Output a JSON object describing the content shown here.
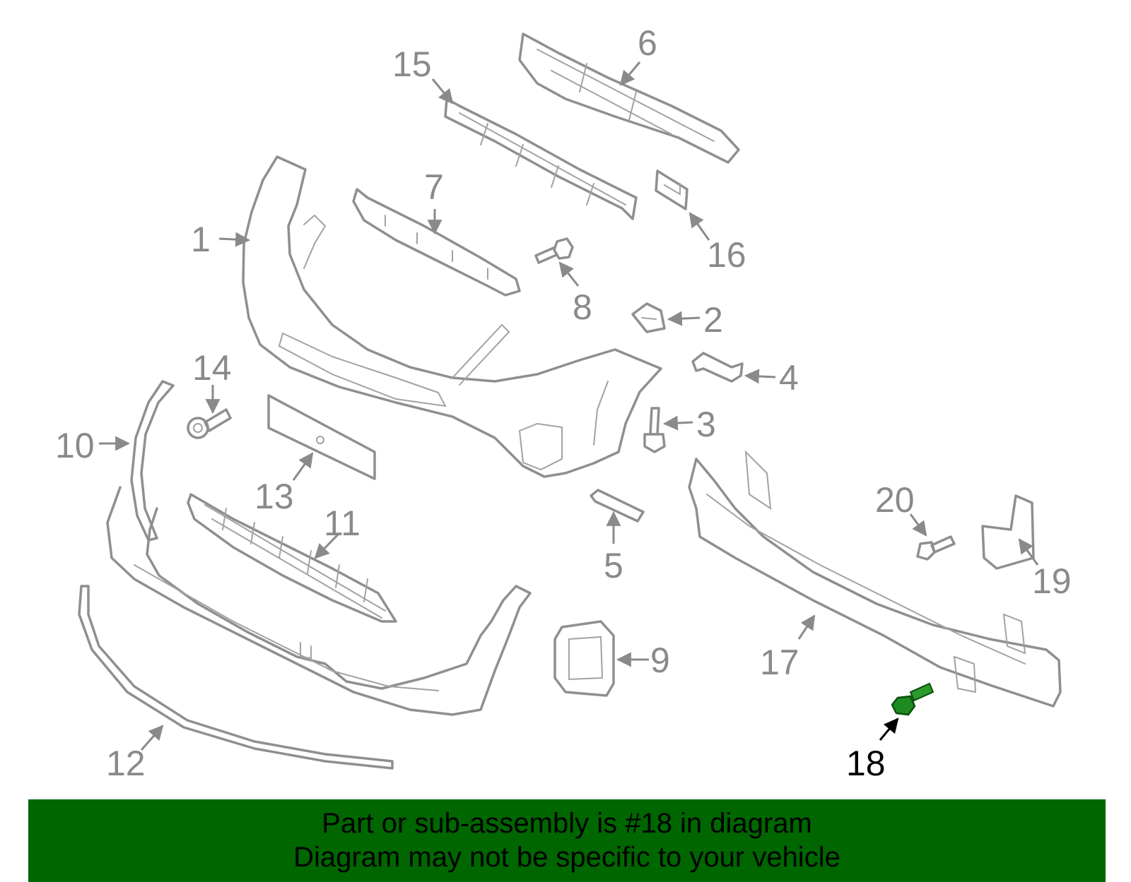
{
  "diagram": {
    "highlighted_part": "18",
    "highlight_color": "#1a9a1a",
    "callouts": [
      "1",
      "2",
      "3",
      "4",
      "5",
      "6",
      "7",
      "8",
      "9",
      "10",
      "11",
      "12",
      "13",
      "14",
      "15",
      "16",
      "17",
      "18",
      "19",
      "20"
    ]
  },
  "banner": {
    "line1": "Part or sub-assembly is #18 in diagram",
    "line2": "Diagram may not be specific to your vehicle",
    "background": "#006600"
  }
}
